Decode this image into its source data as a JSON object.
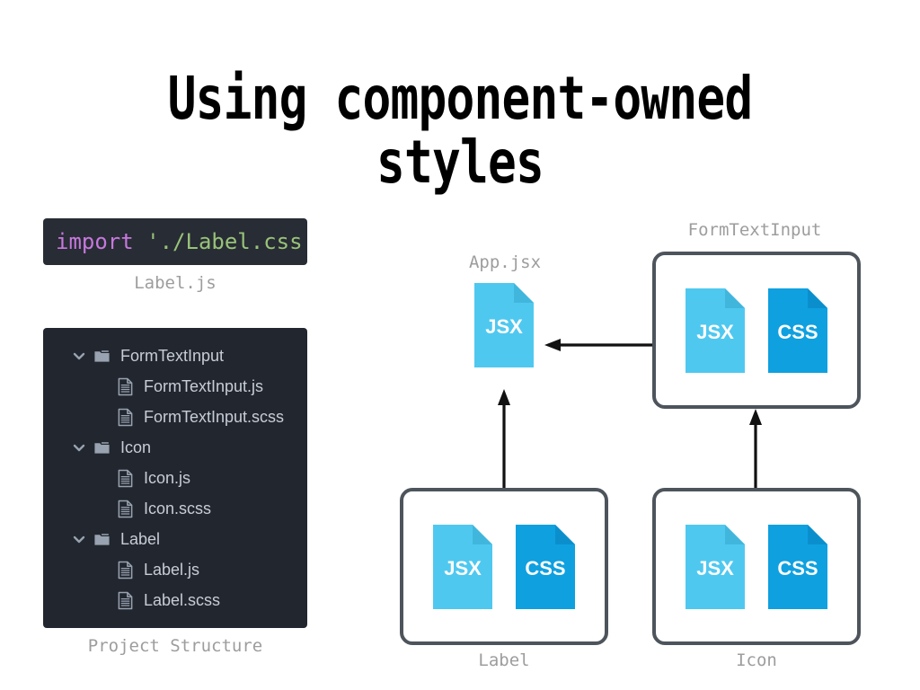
{
  "slide": {
    "title": "Using component-owned styles"
  },
  "left_column": {
    "code_snippet": {
      "keyword": "import",
      "string": "'./Label.css'",
      "caption": "Label.js"
    },
    "file_tree": {
      "caption": "Project Structure",
      "items": [
        {
          "type": "folder",
          "label": "FormTextInput",
          "icon": "folder-icon",
          "chevron": "chevron-down-icon"
        },
        {
          "type": "file",
          "label": "FormTextInput.js",
          "icon": "document-icon"
        },
        {
          "type": "file",
          "label": "FormTextInput.scss",
          "icon": "document-icon"
        },
        {
          "type": "folder",
          "label": "Icon",
          "icon": "folder-icon",
          "chevron": "chevron-down-icon"
        },
        {
          "type": "file",
          "label": "Icon.js",
          "icon": "document-icon"
        },
        {
          "type": "file",
          "label": "Icon.scss",
          "icon": "document-icon"
        },
        {
          "type": "folder",
          "label": "Label",
          "icon": "folder-icon",
          "chevron": "chevron-down-icon"
        },
        {
          "type": "file",
          "label": "Label.js",
          "icon": "document-icon"
        },
        {
          "type": "file",
          "label": "Label.scss",
          "icon": "document-icon"
        }
      ]
    }
  },
  "diagram": {
    "nodes": [
      {
        "id": "app",
        "caption": "App.jsx",
        "files": [
          "JSX"
        ],
        "boxed": false
      },
      {
        "id": "formtextinput",
        "caption": "FormTextInput",
        "files": [
          "JSX",
          "CSS"
        ],
        "boxed": true
      },
      {
        "id": "label",
        "caption": "Label",
        "files": [
          "JSX",
          "CSS"
        ],
        "boxed": true
      },
      {
        "id": "icon",
        "caption": "Icon",
        "files": [
          "JSX",
          "CSS"
        ],
        "boxed": true
      }
    ],
    "arrows": [
      {
        "from": "formtextinput",
        "to": "app",
        "direction": "left"
      },
      {
        "from": "label",
        "to": "app",
        "direction": "up"
      },
      {
        "from": "icon",
        "to": "formtextinput",
        "direction": "up"
      }
    ],
    "file_labels": {
      "jsx": "JSX",
      "css": "CSS"
    }
  },
  "colors": {
    "background": "#ffffff",
    "title": "#000000",
    "caption": "#9d9d9d",
    "code_bg": "#282c34",
    "code_keyword": "#c678dd",
    "code_string": "#98c379",
    "tree_bg": "#22262e",
    "tree_text": "#c7cdd6",
    "tree_icon": "#98a2b0",
    "jsx_blue": "#4fc8f0",
    "jsx_fold": "#41b6dd",
    "css_blue": "#0fa0e0",
    "css_fold": "#0b8fcc",
    "box_border": "#4d545c",
    "arrow": "#111111"
  }
}
